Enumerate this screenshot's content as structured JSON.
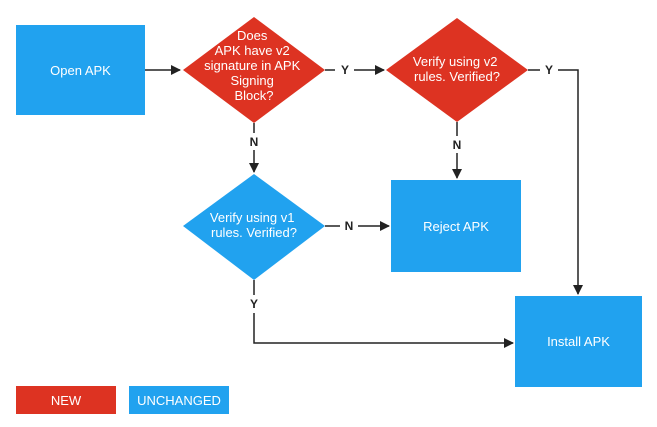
{
  "colors": {
    "new": "#dd3322",
    "unchanged": "#21a2ef",
    "edge": "#222222",
    "background": "#ffffff"
  },
  "nodes": {
    "open_apk": {
      "lines": [
        "Open APK"
      ]
    },
    "v2_check": {
      "lines": [
        "Does",
        "APK have v2",
        "signature in APK",
        "Signing",
        "Block?"
      ]
    },
    "verify_v2": {
      "lines": [
        "Verify using v2",
        "rules. Verified?"
      ]
    },
    "verify_v1": {
      "lines": [
        "Verify using v1",
        "rules. Verified?"
      ]
    },
    "reject_apk": {
      "lines": [
        "Reject APK"
      ]
    },
    "install_apk": {
      "lines": [
        "Install APK"
      ]
    }
  },
  "edges": {
    "v2_check_yes": "Y",
    "v2_check_no": "N",
    "verify_v2_yes": "Y",
    "verify_v2_no": "N",
    "verify_v1_no": "N",
    "verify_v1_yes": "Y"
  },
  "legend": {
    "new": "NEW",
    "unchanged": "UNCHANGED"
  }
}
